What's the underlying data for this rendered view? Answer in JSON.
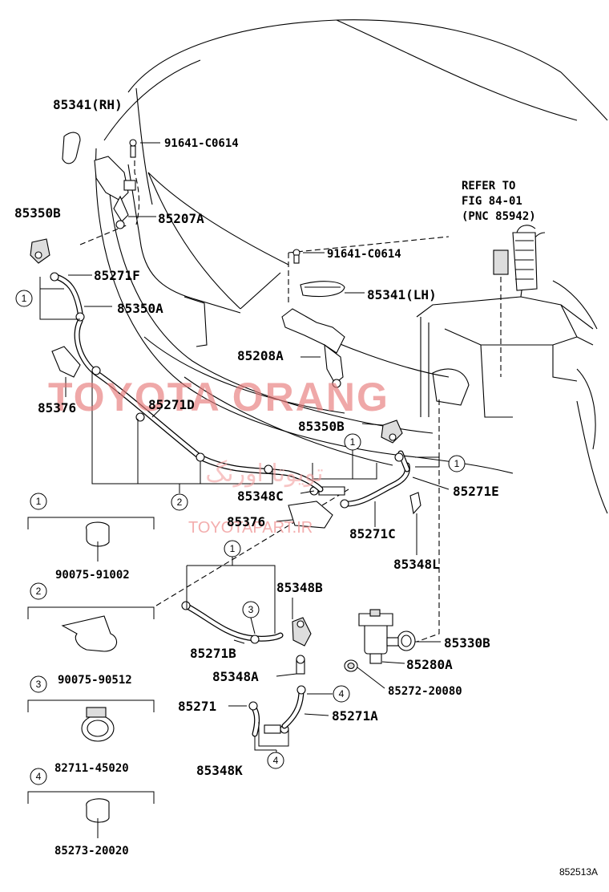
{
  "labels": {
    "p85341rh": "85341(RH)",
    "p91641a": "91641-C0614",
    "p85350b_top": "85350B",
    "p85207a": "85207A",
    "p91641b": "91641-C0614",
    "p85271f": "85271F",
    "p85350a": "85350A",
    "p85341lh": "85341(LH)",
    "p85208a": "85208A",
    "p85376_left": "85376",
    "p85271d": "85271D",
    "p85350b_mid": "85350B",
    "p85348c": "85348C",
    "p85271e": "85271E",
    "p85376_mid": "85376",
    "p85271c": "85271C",
    "p85348l": "85348L",
    "p85348b": "85348B",
    "p85271b": "85271B",
    "p85330b": "85330B",
    "p85348a": "85348A",
    "p85280a": "85280A",
    "p85272": "85272-20080",
    "p85271": "85271",
    "p85271a": "85271A",
    "p85348k": "85348K",
    "refer_line1": "REFER TO",
    "refer_line2": "FIG 84-01",
    "refer_line3": "(PNC 85942)"
  },
  "legend": [
    {
      "num": "1",
      "part": "90075-91002"
    },
    {
      "num": "2",
      "part": "90075-90512"
    },
    {
      "num": "3",
      "part": "82711-45020"
    },
    {
      "num": "4",
      "part": "85273-20020"
    }
  ],
  "callouts": {
    "c1": "1",
    "c2": "2",
    "c3": "3",
    "c4": "4"
  },
  "watermark": {
    "main": "TOYOTA ORANG",
    "url": "TOYOTAPART.IR",
    "persian": "تویوتا اورنگ"
  },
  "diagram_code": "852513A"
}
